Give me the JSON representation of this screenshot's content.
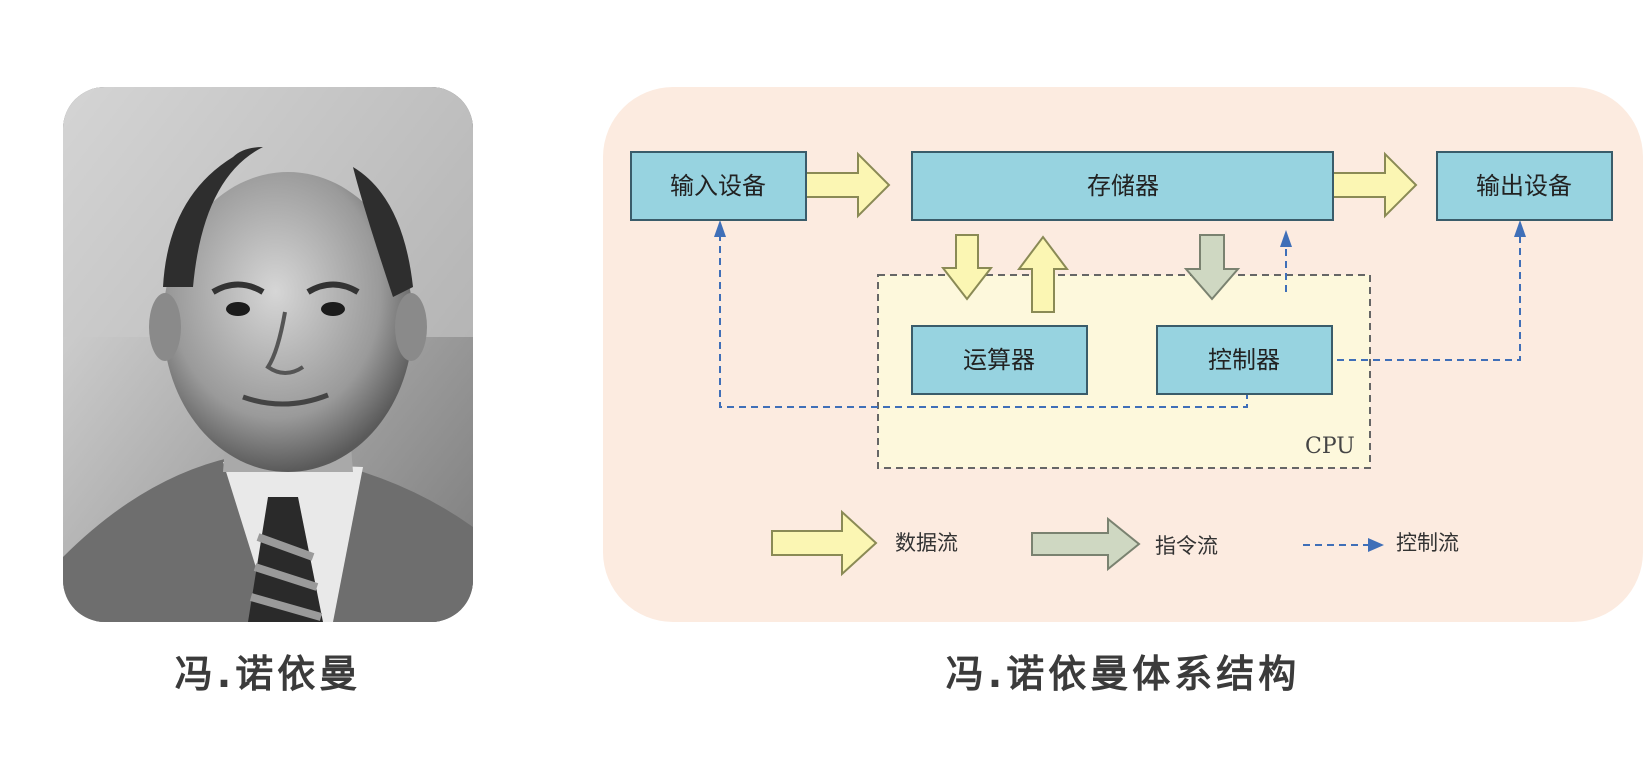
{
  "portrait": {
    "name": "冯.诺依曼"
  },
  "diagram": {
    "title": "冯.诺依曼体系结构",
    "nodes": {
      "input": "输入设备",
      "memory": "存储器",
      "output": "输出设备",
      "alu": "运算器",
      "control": "控制器"
    },
    "cpu_label": "CPU",
    "legend": {
      "data_flow": "数据流",
      "instruction_flow": "指令流",
      "control_flow": "控制流"
    },
    "colors": {
      "node_fill": "#97d3e0",
      "node_stroke": "#3a5c6a",
      "data_arrow": "#fbf6b3",
      "instruction_arrow": "#cfd8c2",
      "control_line": "#3f6fb8",
      "cpu_fill": "#fdf8dc",
      "panel_bg": "#fcebe0"
    }
  }
}
